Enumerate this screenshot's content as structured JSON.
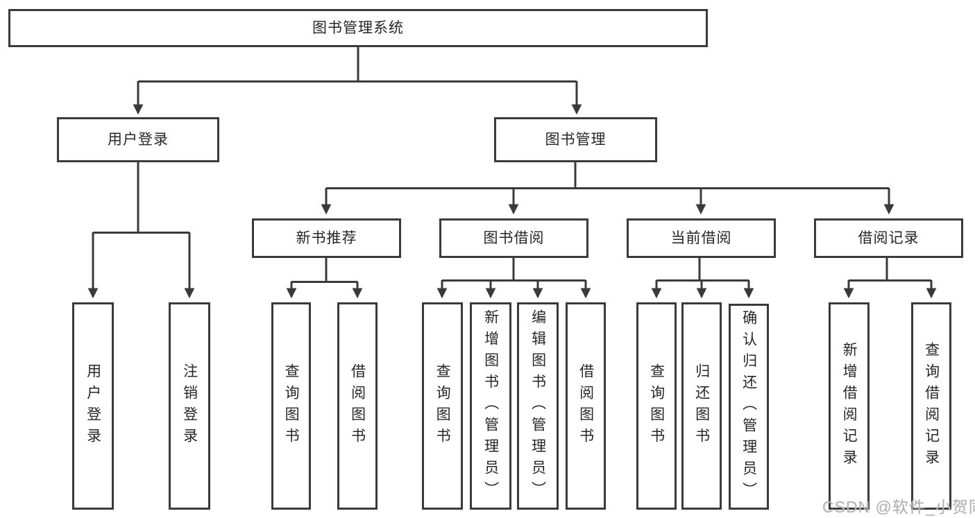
{
  "diagram": {
    "root": {
      "label": "图书管理系统"
    },
    "branches": [
      {
        "label": "用户登录",
        "children": [
          {
            "label": "用户登录"
          },
          {
            "label": "注销登录"
          }
        ]
      },
      {
        "label": "图书管理",
        "groups": [
          {
            "label": "新书推荐",
            "children": [
              {
                "label": "查询图书"
              },
              {
                "label": "借阅图书"
              }
            ]
          },
          {
            "label": "图书借阅",
            "children": [
              {
                "label": "查询图书"
              },
              {
                "label": "新增图书（管理员）"
              },
              {
                "label": "编辑图书（管理员）"
              },
              {
                "label": "借阅图书"
              }
            ]
          },
          {
            "label": "当前借阅",
            "children": [
              {
                "label": "查询图书"
              },
              {
                "label": "归还图书"
              },
              {
                "label": "确认归还（管理员）"
              }
            ]
          },
          {
            "label": "借阅记录",
            "children": [
              {
                "label": "新增借阅记录"
              },
              {
                "label": "查询借阅记录"
              }
            ]
          }
        ]
      }
    ]
  },
  "watermark": {
    "text": "CSDN @软件_小贺同学"
  },
  "colors": {
    "line": "#3a3a3a",
    "text": "#262626",
    "background": "#ffffff",
    "watermark": "#b3b3b3"
  }
}
